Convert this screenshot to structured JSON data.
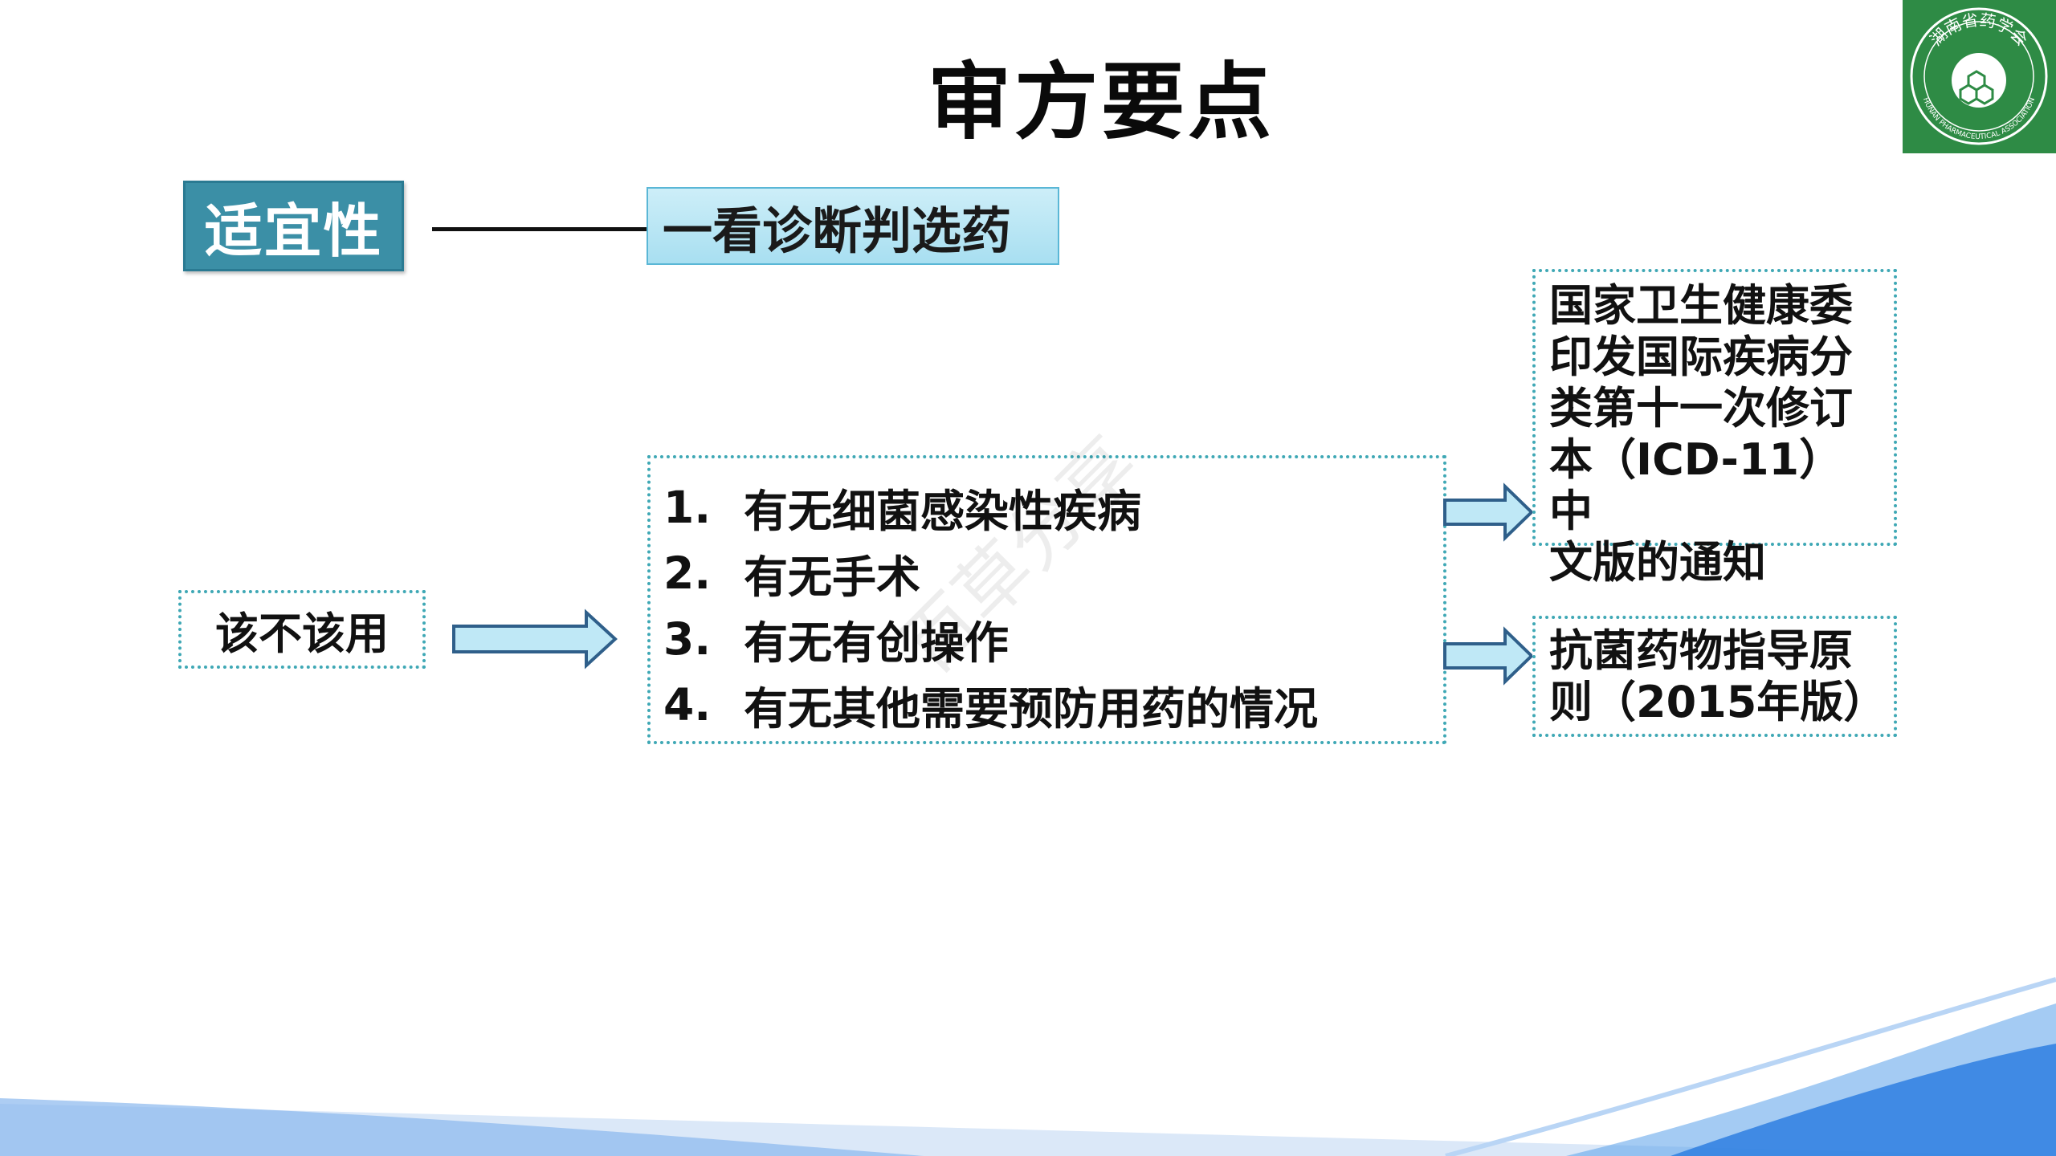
{
  "slide": {
    "title": "审方要点",
    "logo_icon": "hunan-pharmaceutical-association-logo",
    "logo_text_top": "湖南省药学会",
    "logo_text_ring": "HUNAN PHARMACEUTICAL ASSOCIATION",
    "suitability_label": "适宜性",
    "diagnosis_label": "一看诊断判选药",
    "should_use_label": "该不该用",
    "checklist": [
      {
        "num": "1.",
        "text": "有无细菌感染性疾病"
      },
      {
        "num": "2.",
        "text": "有无手术"
      },
      {
        "num": "3.",
        "text": "有无有创操作"
      },
      {
        "num": "4.",
        "text": "有无其他需要预防用药的情况"
      }
    ],
    "ref_icd_lines": [
      "国家卫生健康委",
      "印发国际疾病分",
      "类第十一次修订",
      "本（ICD-11）中",
      "文版的通知"
    ],
    "ref_guideline_lines": [
      "抗菌药物指导原",
      "则（2015年版）"
    ],
    "watermark": "百草分享"
  },
  "colors": {
    "accent_teal": "#3b8fa6",
    "light_cyan": "#bfe8f6",
    "dotted_border": "#3fa8b5",
    "arrow_fill": "#bfe8f6",
    "arrow_stroke": "#2f5f8a",
    "logo_green": "#2e8b45",
    "wave_blue": "#2f7fe0"
  }
}
